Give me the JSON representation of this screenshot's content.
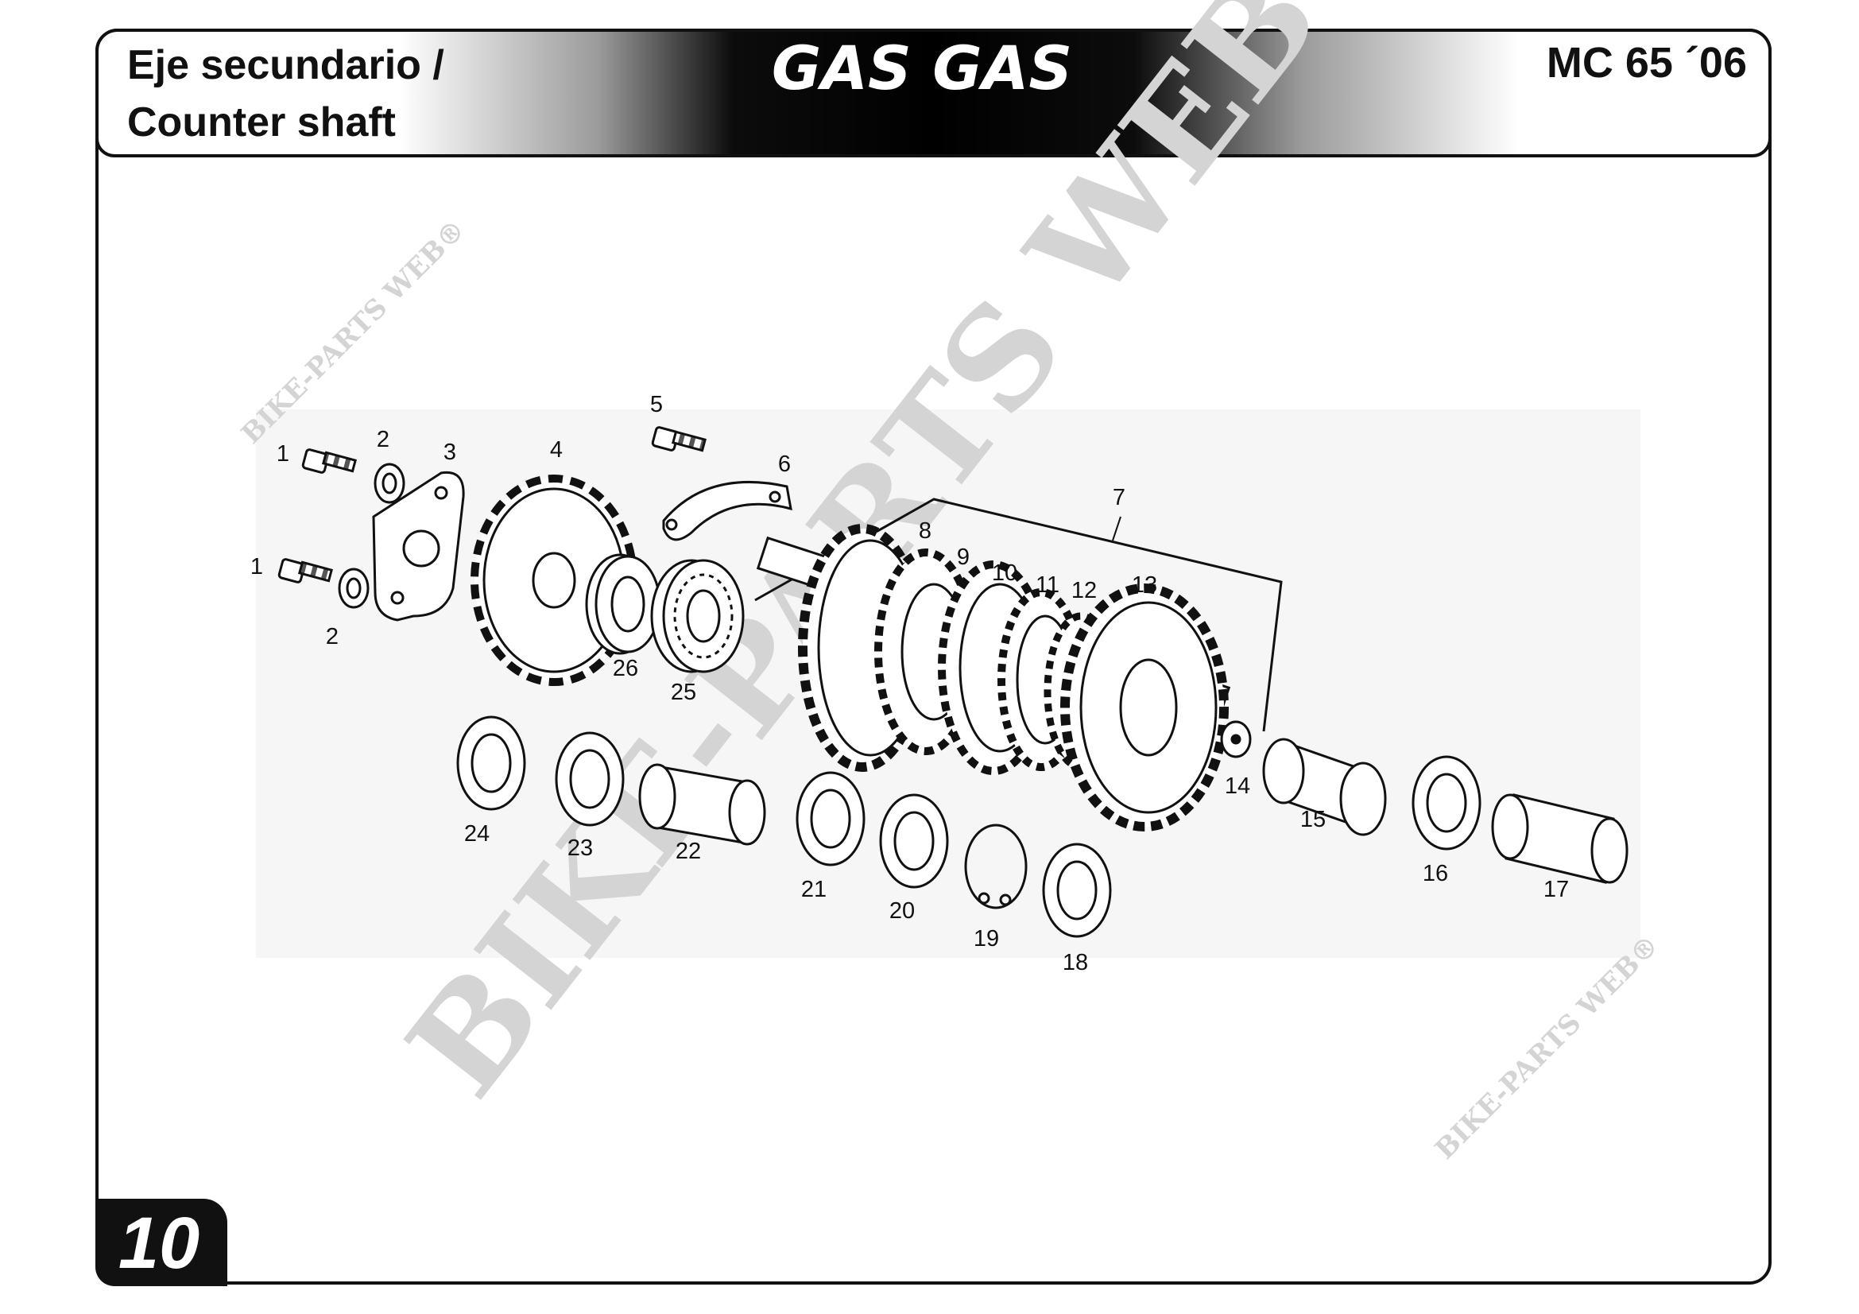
{
  "header": {
    "title_es": "Eje secundario /",
    "title_en": "Counter shaft",
    "brand": "GAS GAS",
    "model": "MC 65 ´06"
  },
  "page_number": "10",
  "watermark": {
    "main": "BIKE-PARTS WEB©",
    "small_top": "BIKE-PARTS WEB®",
    "small_bottom": "BIKE-PARTS WEB®"
  },
  "callouts": [
    "1",
    "1",
    "2",
    "2",
    "3",
    "4",
    "5",
    "6",
    "7",
    "8",
    "9",
    "10",
    "11",
    "12",
    "13",
    "14",
    "15",
    "16",
    "17",
    "18",
    "19",
    "20",
    "21",
    "22",
    "23",
    "24",
    "25",
    "26"
  ]
}
